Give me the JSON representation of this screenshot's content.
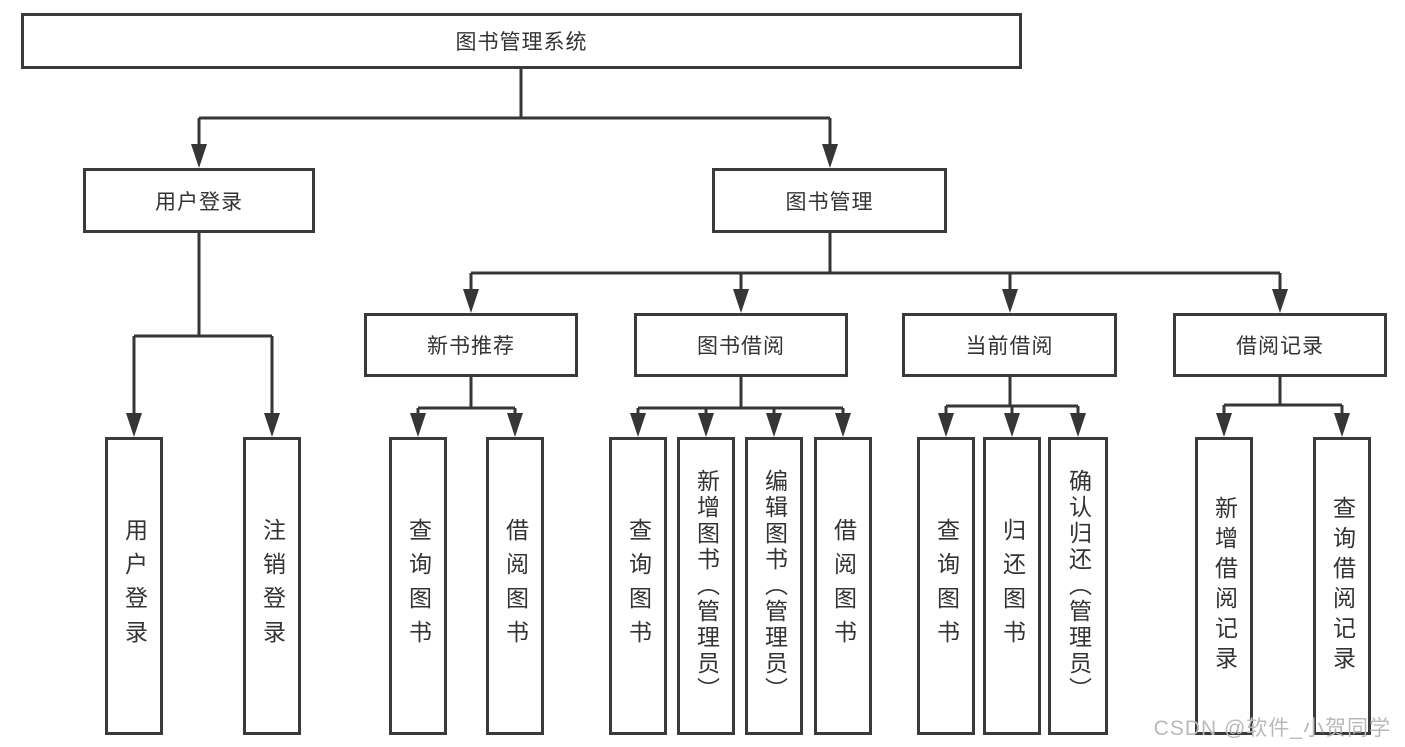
{
  "tree": {
    "root": "图书管理系统",
    "branches": [
      {
        "label": "用户登录",
        "children": [
          "用户登录",
          "注销登录"
        ]
      },
      {
        "label": "图书管理",
        "sections": [
          {
            "label": "新书推荐",
            "children": [
              "查询图书",
              "借阅图书"
            ]
          },
          {
            "label": "图书借阅",
            "children": [
              "查询图书",
              "新增图书（管理员）",
              "编辑图书（管理员）",
              "借阅图书"
            ]
          },
          {
            "label": "当前借阅",
            "children": [
              "查询图书",
              "归还图书",
              "确认归还（管理员）"
            ]
          },
          {
            "label": "借阅记录",
            "children": [
              "新增借阅记录",
              "查询借阅记录"
            ]
          }
        ]
      }
    ]
  },
  "watermark": "CSDN @软件_小贺同学",
  "colors": {
    "line": "#363636",
    "box_border": "#3a3a3a",
    "text": "#333333",
    "watermark": "#b9b9b9",
    "background": "#ffffff"
  }
}
